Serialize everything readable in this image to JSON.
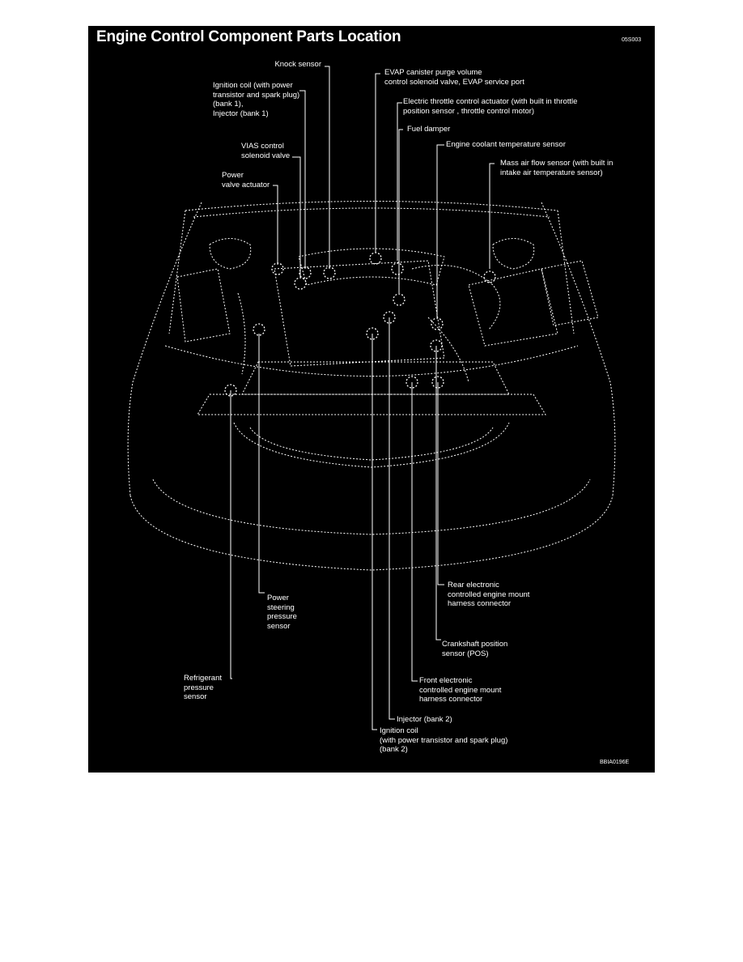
{
  "title": "Engine Control Component Parts Location",
  "header_code": "05S003",
  "footer_code": "BBIA0196E",
  "labels": {
    "knock_sensor": "Knock sensor",
    "ignition_coil_bank1": [
      "Ignition coil (with power",
      "transistor and spark plug)",
      "(bank 1),",
      "Injector (bank 1)"
    ],
    "vias_control": [
      "VIAS control",
      "solenoid valve"
    ],
    "power_valve_actuator": [
      "Power",
      "valve actuator"
    ],
    "evap_canister": [
      "EVAP canister purge volume",
      "control solenoid valve, EVAP service port"
    ],
    "electric_throttle": [
      "Electric throttle control actuator (with built in throttle",
      "position sensor , throttle control motor)"
    ],
    "fuel_damper": "Fuel damper",
    "engine_coolant": "Engine coolant temperature sensor",
    "mass_air_flow": [
      "Mass air flow sensor (with built in",
      "intake air temperature sensor)"
    ],
    "rear_mount": [
      "Rear electronic",
      "controlled engine mount",
      "harness connector"
    ],
    "power_steering": [
      "Power",
      "steering",
      "pressure",
      "sensor"
    ],
    "crankshaft": [
      "Crankshaft position",
      "sensor (POS)"
    ],
    "refrigerant": [
      "Refrigerant",
      "pressure",
      "sensor"
    ],
    "front_mount": [
      "Front electronic",
      "controlled engine mount",
      "harness connector"
    ],
    "injector_bank2": "Injector (bank 2)",
    "ignition_coil_bank2": [
      "Ignition coil",
      "(with power transistor and spark plug)",
      "(bank 2)"
    ]
  },
  "colors": {
    "background": "#000000",
    "foreground": "#ffffff",
    "page": "#ffffff"
  }
}
